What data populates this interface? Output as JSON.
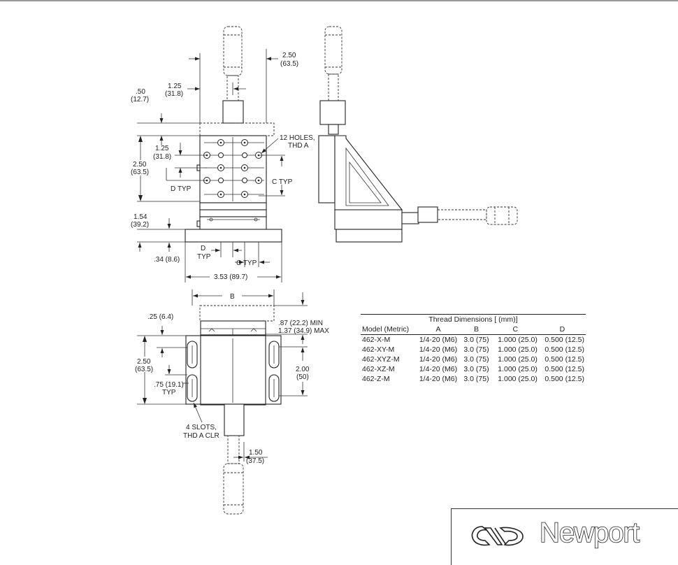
{
  "labels": {
    "dim_2_50_top": "2.50",
    "dim_63_5_top": "(63.5)",
    "dim_1_25_top": "1.25",
    "dim_31_8_top": "(31.8)",
    "dim_50": ".50",
    "dim_12_7": "(12.7)",
    "holes_line1": "12 HOLES,",
    "holes_line2": "THD A",
    "dim_1_25_mid": "1.25",
    "dim_31_8_mid": "(31.8)",
    "dim_2_50_left": "2.50",
    "dim_63_5_left": "(63.5)",
    "d_typ_left": "D TYP",
    "c_typ_right": "C TYP",
    "dim_1_54": "1.54",
    "dim_39_2": "(39.2)",
    "dim_34": ".34 (8.6)",
    "d_label": "D",
    "typ_label": "TYP",
    "c_typ_bottom": "C TYP",
    "dim_3_53": "3.53 (89.7)",
    "b_label": "B",
    "dim_87_min": ".87 (22.2) MIN",
    "dim_137_max": "1.37 (34.9) MAX",
    "dim_25": ".25 (6.4)",
    "dim_2_50_bottom": "2.50",
    "dim_63_5_bottom": "(63.5)",
    "dim_75": ".75 (19.1)",
    "typ_75": "TYP",
    "dim_2_00": "2.00",
    "dim_50mm": "(50)",
    "slots_line1": "4 SLOTS,",
    "slots_line2": "THD A CLR",
    "dim_1_50": "1.50",
    "dim_37_5": "(37.5)"
  },
  "table": {
    "caption": "Thread Dimensions [ (mm)]",
    "headers": [
      "Model (Metric)",
      "A",
      "B",
      "C",
      "D"
    ],
    "rows": [
      [
        "462-X-M",
        "1/4-20 (M6)",
        "3.0 (75)",
        "1.000 (25.0)",
        "0.500 (12.5)"
      ],
      [
        "462-XY-M",
        "1/4-20 (M6)",
        "3.0 (75)",
        "1.000 (25.0)",
        "0.500 (12.5)"
      ],
      [
        "462-XYZ-M",
        "1/4-20 (M6)",
        "3.0 (75)",
        "1.000 (25.0)",
        "0.500 (12.5)"
      ],
      [
        "462-XZ-M",
        "1/4-20 (M6)",
        "3.0 (75)",
        "1.000 (25.0)",
        "0.500 (12.5)"
      ],
      [
        "462-Z-M",
        "1/4-20 (M6)",
        "3.0 (75)",
        "1.000 (25.0)",
        "0.500 (12.5)"
      ]
    ]
  },
  "logo": {
    "text": "Newport",
    "mark": "newport-swoosh-logo"
  }
}
